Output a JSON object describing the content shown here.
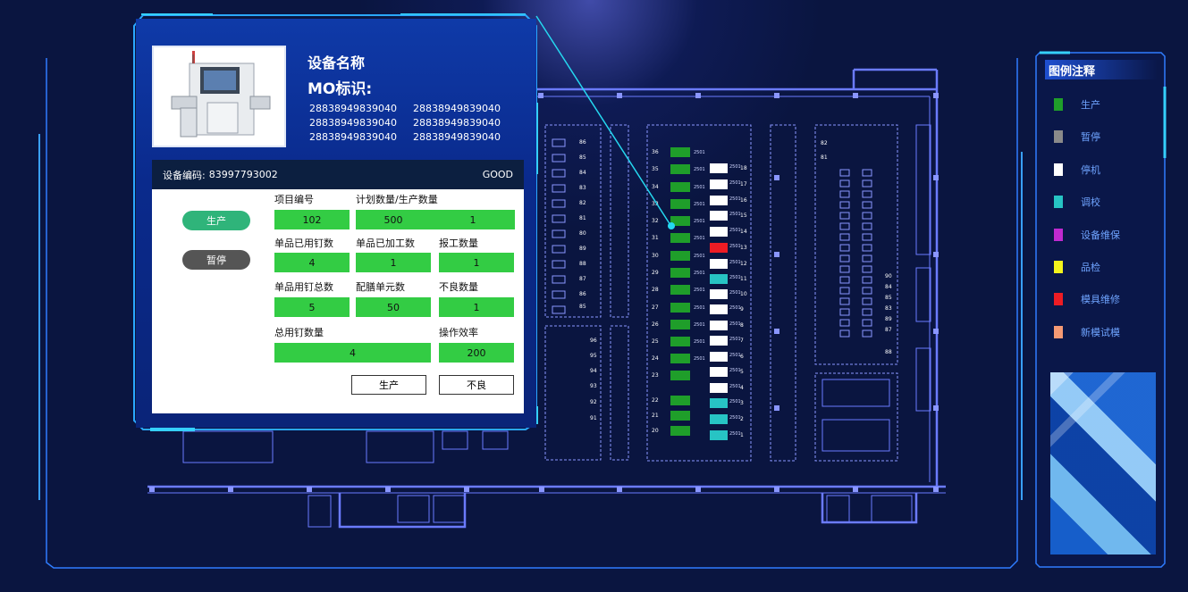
{
  "equipment": {
    "title": "设备名称",
    "mo_label": "MO标识:",
    "mo_ids": [
      "28838949839040",
      "28838949839040",
      "28838949839040",
      "28838949839040",
      "28838949839040",
      "28838949839040"
    ],
    "code_label": "设备编码:",
    "code_value": "83997793002",
    "status": "GOOD",
    "pill_production": "生产",
    "pill_pause": "暂停",
    "fields": {
      "project_no_label": "项目编号",
      "project_no": "102",
      "plan_label": "计划数量/生产数量",
      "plan_qty": "500",
      "produced_qty": "1",
      "used_nails_label": "单品已用钉数",
      "used_nails": "4",
      "processed_label": "单品已加工数",
      "processed": "1",
      "report_label": "报工数量",
      "report": "1",
      "total_nails_label": "单品用钉总数",
      "total_nails": "5",
      "units_label": "配膳单元数",
      "units": "50",
      "defect_label": "不良数量",
      "defect": "1",
      "all_nails_label": "总用钉数量",
      "all_nails": "4",
      "efficiency_label": "操作效率",
      "efficiency": "200"
    },
    "btn_production": "生产",
    "btn_defect": "不良"
  },
  "legend": {
    "title": "图例注释",
    "items": [
      {
        "label": "生产",
        "color": "#1f9e2a"
      },
      {
        "label": "暂停",
        "color": "#8a8a8a"
      },
      {
        "label": "停机",
        "color": "#ffffff"
      },
      {
        "label": "调校",
        "color": "#27c4c4"
      },
      {
        "label": "设备维保",
        "color": "#c02ad0"
      },
      {
        "label": "品检",
        "color": "#f4f41c"
      },
      {
        "label": "模具维修",
        "color": "#ee1c24"
      },
      {
        "label": "新模试模",
        "color": "#f59a74"
      }
    ]
  },
  "floor": {
    "col_a_numbers": [
      "36",
      "35",
      "34",
      "33",
      "32",
      "31",
      "30",
      "29",
      "28",
      "27",
      "26",
      "25",
      "24",
      "23",
      "22",
      "21",
      "20"
    ],
    "col_a_colors": [
      "#1f9e2a",
      "#1f9e2a",
      "#1f9e2a",
      "#1f9e2a",
      "#1f9e2a",
      "#1f9e2a",
      "#1f9e2a",
      "#1f9e2a",
      "#1f9e2a",
      "#1f9e2a",
      "#1f9e2a",
      "#1f9e2a",
      "#1f9e2a",
      "#1f9e2a",
      "#1f9e2a",
      "#1f9e2a",
      "#1f9e2a"
    ],
    "col_b_numbers": [
      "18",
      "17",
      "16",
      "15",
      "14",
      "13",
      "12",
      "11",
      "10",
      "9",
      "8",
      "7",
      "6",
      "5",
      "4",
      "3",
      "2",
      "1"
    ],
    "col_b_colors": [
      "#ffffff",
      "#ffffff",
      "#ffffff",
      "#ffffff",
      "#ffffff",
      "#ee1c24",
      "#ffffff",
      "#27c4c4",
      "#ffffff",
      "#ffffff",
      "#ffffff",
      "#ffffff",
      "#ffffff",
      "#ffffff",
      "#ffffff",
      "#27c4c4",
      "#27c4c4",
      "#27c4c4"
    ],
    "left_numbers": [
      "86",
      "85",
      "84",
      "83",
      "82",
      "81",
      "80",
      "89",
      "88",
      "87",
      "86",
      "85"
    ],
    "left_numbers_2": [
      "96",
      "95",
      "94",
      "93",
      "92",
      "91"
    ],
    "right_numbers": [
      "82",
      "81"
    ],
    "right_numbers_2": [
      "90",
      "84",
      "85",
      "83",
      "89",
      "87"
    ],
    "right_numbers_3": [
      "88"
    ],
    "machine_tag": "2501"
  }
}
